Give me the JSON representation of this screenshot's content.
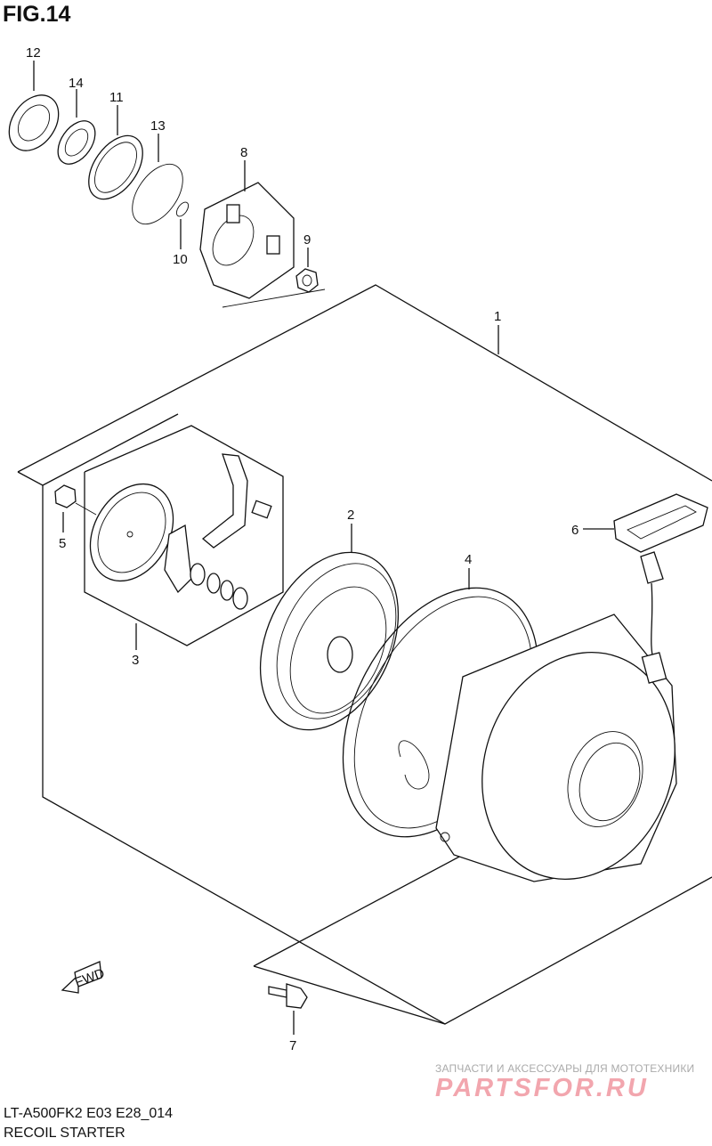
{
  "figure": {
    "title": "FIG.14",
    "model_code": "LT-A500FK2 E03 E28_014",
    "name": "RECOIL STARTER"
  },
  "callouts": [
    "1",
    "2",
    "3",
    "4",
    "5",
    "6",
    "7",
    "8",
    "9",
    "10",
    "11",
    "12",
    "13",
    "14"
  ],
  "fwd_label": "FWD",
  "watermark": {
    "tagline": "ЗАПЧАСТИ И АКСЕССУАРЫ ДЛЯ МОТОТЕХНИКИ",
    "brand": "PARTSFOR.RU"
  }
}
